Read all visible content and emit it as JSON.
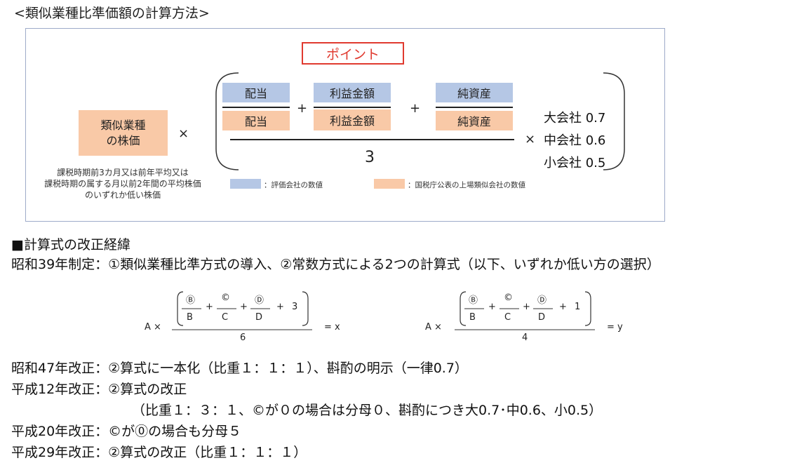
{
  "title": "<類似業種比準価額の計算方法>",
  "diagram": {
    "left_box": "類似業種\nの株価",
    "times": "×",
    "note": [
      "課税時期前3カ月又は前年平均又は",
      "課税時期の属する月以前2年間の平均株価",
      "のいずれか低い株価"
    ],
    "callout": "ポイント",
    "numerators": [
      "配当",
      "利益金額",
      "純資産"
    ],
    "denominators": [
      "配当",
      "利益金額",
      "純資産"
    ],
    "plus": "+",
    "divisor": "3",
    "coefficients": [
      "大会社 0.7",
      "中会社 0.6",
      "小会社 0.5"
    ],
    "legend": [
      {
        "label": "：評価会社の数値",
        "color": "#b5c7e5"
      },
      {
        "label": "：国税庁公表の上場類似会社の数値",
        "color": "#f9c9a7"
      }
    ]
  },
  "section_heading": "■計算式の改正経緯",
  "history_1": "昭和39年制定：①類似業種比準方式の導入、②常数方式による2つの計算式（以下、いずれか低い方の選択）",
  "formula1": {
    "prefix": "A ×",
    "terms": [
      [
        "Ⓑ",
        "B"
      ],
      [
        "©",
        "C"
      ],
      [
        "Ⓓ",
        "D"
      ]
    ],
    "constant": "3",
    "divisor": "6",
    "result": "= x"
  },
  "formula2": {
    "prefix": "A ×",
    "terms": [
      [
        "Ⓑ",
        "B"
      ],
      [
        "©",
        "C"
      ],
      [
        "Ⓓ",
        "D"
      ]
    ],
    "constant": "1",
    "divisor": "4",
    "result": "= y"
  },
  "history_2": "昭和47年改正：②算式に一本化（比重１：１：１）、斟酌の明示（一律0.7）",
  "history_3": "平成12年改正：②算式の改正",
  "history_3b": "（比重１：３：１、©が０の場合は分母０、斟酌につき大0.7･中0.6、小0.5）",
  "history_4": "平成20年改正：©が⓪の場合も分母５",
  "history_5": "平成29年改正：②算式の改正（比重１：１：１）"
}
